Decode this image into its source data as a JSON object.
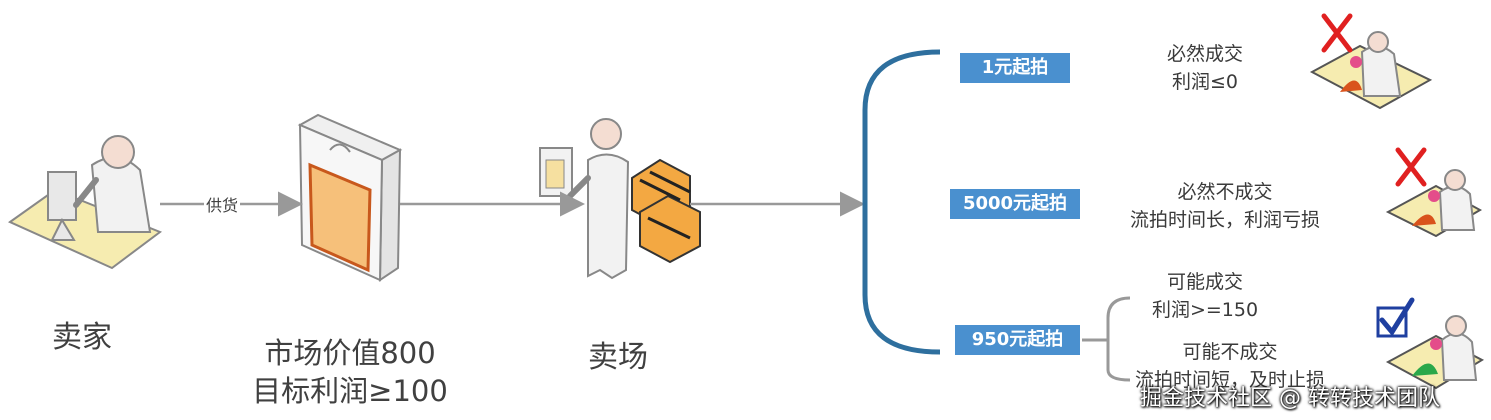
{
  "seller_label": "卖家",
  "supply_label": "供货",
  "product": {
    "line1": "市场价值800",
    "line2": "目标利润≥100"
  },
  "market_label": "卖场",
  "options": [
    {
      "badge": "1元起拍",
      "line1": "必然成交",
      "line2": "利润≤0",
      "mark": "x-mark-icon"
    },
    {
      "badge": "5000元起拍",
      "line1": "必然不成交",
      "line2": "流拍时间长，利润亏损",
      "mark": "x-mark-icon"
    },
    {
      "badge": "950元起拍",
      "mark": "checkmark-icon",
      "sub_a": {
        "line1": "可能成交",
        "line2": "利润>=150"
      },
      "sub_b": {
        "line1": "可能不成交",
        "line2": "流拍时间短，及时止损"
      }
    }
  ],
  "watermark": "掘金技术社区 @ 转转技术团队",
  "colors": {
    "arrow": "#999999",
    "bracket": "#2e6f9e",
    "badge": "#4a90cf",
    "xmark": "#e02020",
    "check": "#1f3fa0"
  }
}
